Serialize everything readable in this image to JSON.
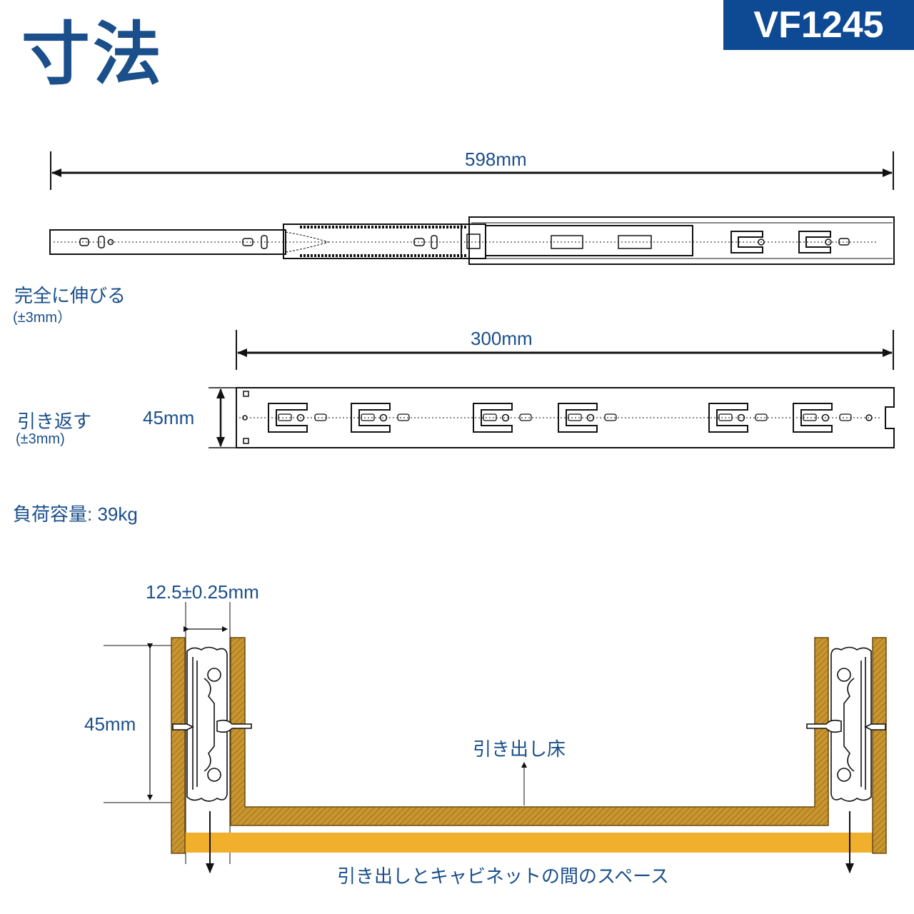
{
  "title": "寸法",
  "model": "VF1245",
  "extended": {
    "length": "598mm",
    "label": "完全に伸びる",
    "tolerance": "(±3mm）"
  },
  "closed": {
    "length": "300mm",
    "label": "引き返す",
    "tolerance": "(±3mm)",
    "height": "45mm"
  },
  "load_capacity": "負荷容量: 39kg",
  "cross_section": {
    "side_clearance": "12.5±0.25mm",
    "height": "45mm",
    "drawer_floor": "引き出し床",
    "space_label": "引き出しとキャビネットの間のスペース"
  },
  "colors": {
    "accent": "#1a4f8b",
    "badge": "#0e4a93",
    "wood": "#c8952f",
    "space_bar": "#f0b02e"
  }
}
